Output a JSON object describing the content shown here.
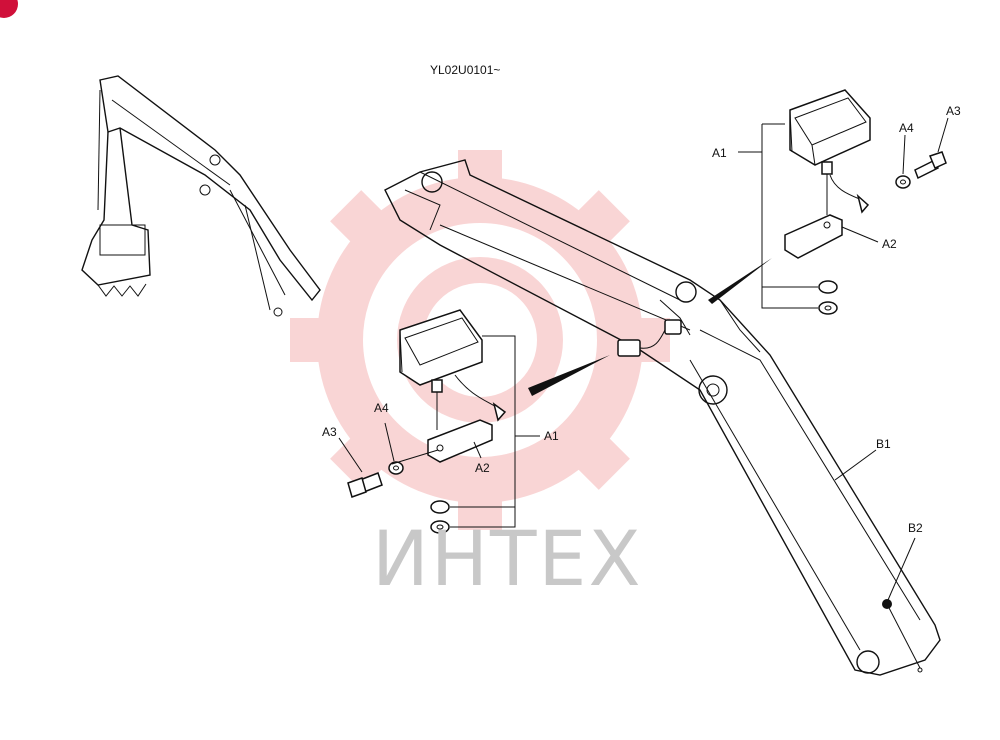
{
  "serial": "YL02U0101~",
  "watermark": "ИНТЕХ",
  "labels": {
    "a1_top": "A1",
    "a2_top": "A2",
    "a3_top": "A3",
    "a4_top": "A4",
    "a1_mid": "A1",
    "a2_mid": "A2",
    "a3_mid": "A3",
    "a4_mid": "A4",
    "b1": "B1",
    "b2": "B2"
  },
  "colors": {
    "watermark_gear": "#f4b3b3",
    "watermark_text": "#c8c8c8",
    "corner_badge": "#d0103a"
  },
  "icons": {
    "corner_badge": "red-corner-badge-icon",
    "gear": "gear-watermark-icon"
  }
}
